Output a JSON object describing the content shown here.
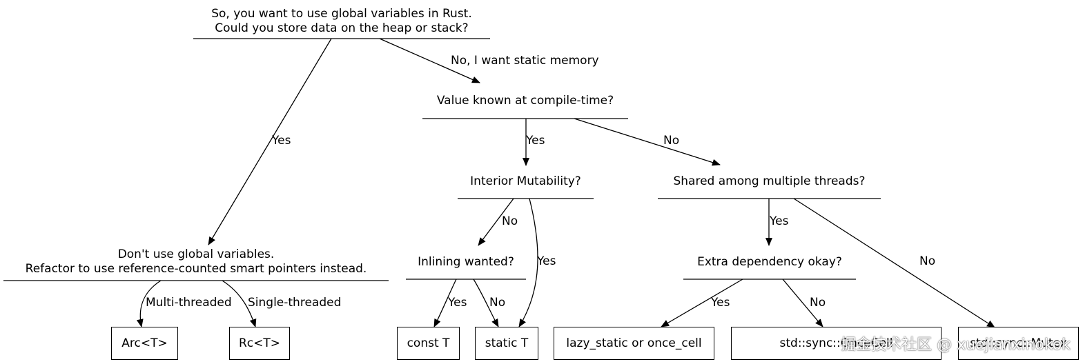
{
  "root": {
    "line1": "So, you want to use global variables in Rust.",
    "line2": "Could you store data on the heap or stack?"
  },
  "dont_use": {
    "line1": "Don't use global variables.",
    "line2": "Refactor to use reference-counted smart pointers instead."
  },
  "compile_time": "Value known at compile-time?",
  "interior": "Interior Mutability?",
  "shared": "Shared among multiple threads?",
  "inlining": "Inlining wanted?",
  "extra_dep": "Extra dependency okay?",
  "leaves": {
    "arc": "Arc<T>",
    "rc": "Rc<T>",
    "const_t": "const T",
    "static_t": "static T",
    "lazy": "lazy_static or once_cell",
    "oncecell": "std::sync::OnceCell",
    "mutex": "std::sync::Mutex"
  },
  "edges": {
    "yes_heap": "Yes",
    "no_static": "No, I want static memory",
    "yes_compile": "Yes",
    "no_compile": "No",
    "no_interior": "No",
    "yes_interior": "Yes",
    "yes_shared": "Yes",
    "no_shared": "No",
    "multi": "Multi-threaded",
    "single": "Single-threaded",
    "yes_inline": "Yes",
    "no_inline": "No",
    "yes_dep": "Yes",
    "no_dep": "No"
  },
  "watermark": "掘金技术社区 @ xuejianxinokok"
}
